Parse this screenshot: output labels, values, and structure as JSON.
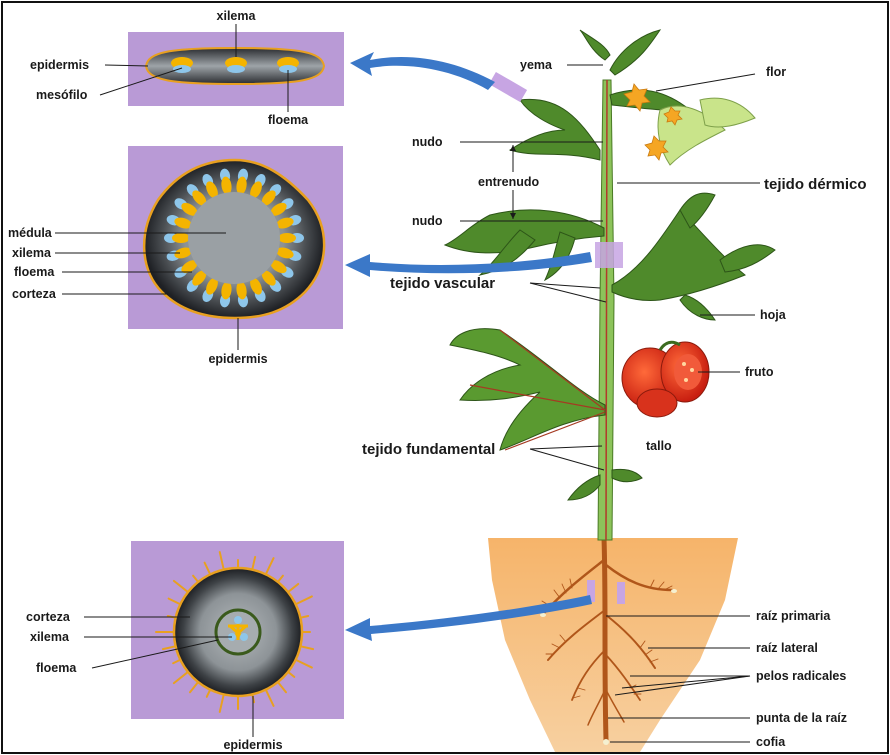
{
  "leaf_section": {
    "xilema": "xilema",
    "epidermis": "epidermis",
    "mesofilo": "mesófilo",
    "floema": "floema"
  },
  "stem_section": {
    "medula": "médula",
    "xilema": "xilema",
    "floema": "floema",
    "corteza": "corteza",
    "epidermis": "epidermis"
  },
  "root_section": {
    "corteza": "corteza",
    "xilema": "xilema",
    "floema": "floema",
    "epidermis": "epidermis"
  },
  "plant": {
    "yema": "yema",
    "flor": "flor",
    "nudo_top": "nudo",
    "entrenudo": "entrenudo",
    "tejido_dermico": "tejido dérmico",
    "nudo_bottom": "nudo",
    "tejido_vascular": "tejido vascular",
    "hoja": "hoja",
    "fruto": "fruto",
    "tejido_fundamental": "tejido fundamental",
    "tallo": "tallo",
    "raiz_primaria": "raíz primaria",
    "raiz_lateral": "raíz lateral",
    "pelos_radicales": "pelos radicales",
    "punta_raiz": "punta de la raíz",
    "cofia": "cofia"
  },
  "colors": {
    "panel": "#b99ad6",
    "tissue_dark": "#2d2f33",
    "tissue_gray": "#9aa0a4",
    "xylem": "#f4b400",
    "phloem": "#8ec6ea",
    "epidermis_line": "#e8a020",
    "stem_green": "#7db64a",
    "leaf_green": "#4f8a2b",
    "soil": "#f3b168",
    "fruit_red": "#e53a22",
    "arrow_blue": "#3b78c8"
  }
}
